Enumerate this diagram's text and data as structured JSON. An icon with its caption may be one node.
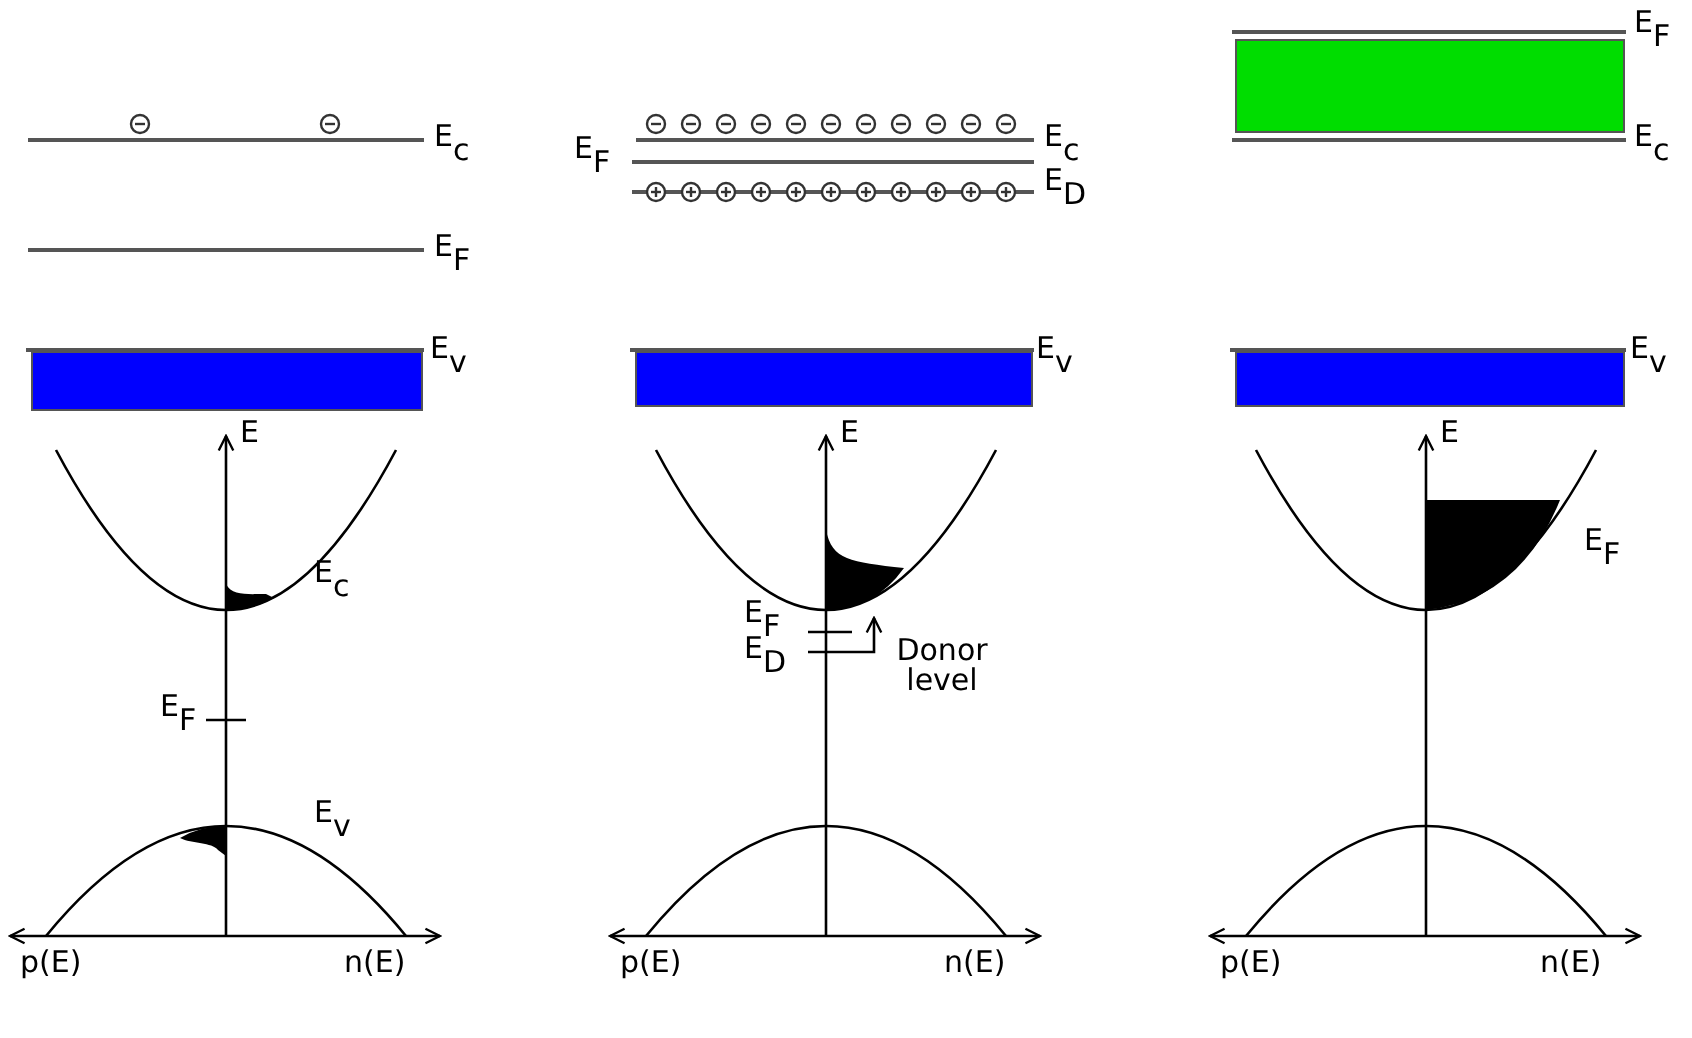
{
  "diagram": {
    "nodes": [
      {
        "text": [],
        "shape": "box"
      },
      {
        "text": [],
        "shape": "box"
      },
      {
        "text": [],
        "shape": "box"
      },
      {
        "text": [],
        "shape": "box"
      }
    ],
    "labels": [
      "E$_{c}$",
      "E$_{F}$",
      "E$_{v}$",
      "E",
      "E$_{c}$",
      "E$_{F}$",
      "E$_{v}$",
      "p(E)",
      "n(E)",
      "E$_{F}$",
      "E$_{c}$",
      "E$_{D}$",
      "E$_{v}$",
      "E",
      "E$_{F}$",
      "E$_{D}$",
      "Donor level",
      "p(E)",
      "n(E)",
      "E$_{F}$",
      "E$_{c}$",
      "E$_{v}$",
      "E",
      "E$_{F}$",
      "p(E)",
      "n(E)"
    ]
  }
}
